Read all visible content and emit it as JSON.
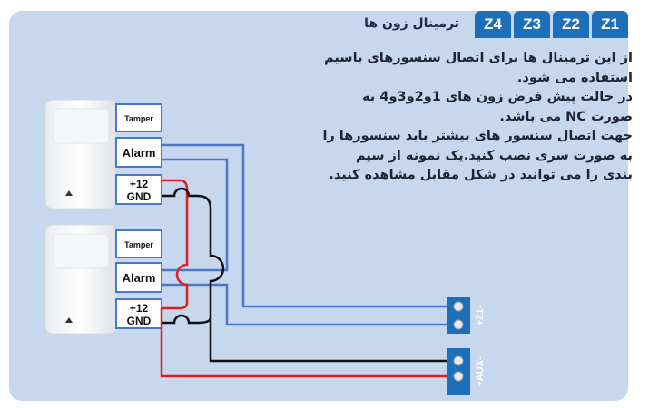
{
  "header": {
    "title": "ترمینال زون ها",
    "tabs": [
      "Z4",
      "Z3",
      "Z2",
      "Z1"
    ]
  },
  "description": [
    "از این ترمینال ها برای اتصال سنسورهای باسیم",
    "استفاده می شود.",
    "در حالت پیش فرض زون های 1و2و3و4 به",
    "صورت NC می باشد.",
    "جهت اتصال سنسور های بیشتر باید سنسورها را",
    "به صورت سری نصب کنید.یک نمونه از سیم",
    "بندی را می توانید در شکل مقابل مشاهده کنید."
  ],
  "sensors": [
    {
      "tamper": "Tamper",
      "alarm": "Alarm",
      "power_plus": "+12",
      "power_gnd": "GND"
    },
    {
      "tamper": "Tamper",
      "alarm": "Alarm",
      "power_plus": "+12",
      "power_gnd": "GND"
    }
  ],
  "terminals": {
    "zone": "+Z1-",
    "aux": "+AUX-"
  },
  "colors": {
    "tab": "#1d6fb8",
    "panel": "#c6d7ee",
    "signal_wire": "#4a78c8",
    "positive_wire": "#e02020",
    "ground_wire": "#111111",
    "terminal_block": "#1d6fb8"
  }
}
